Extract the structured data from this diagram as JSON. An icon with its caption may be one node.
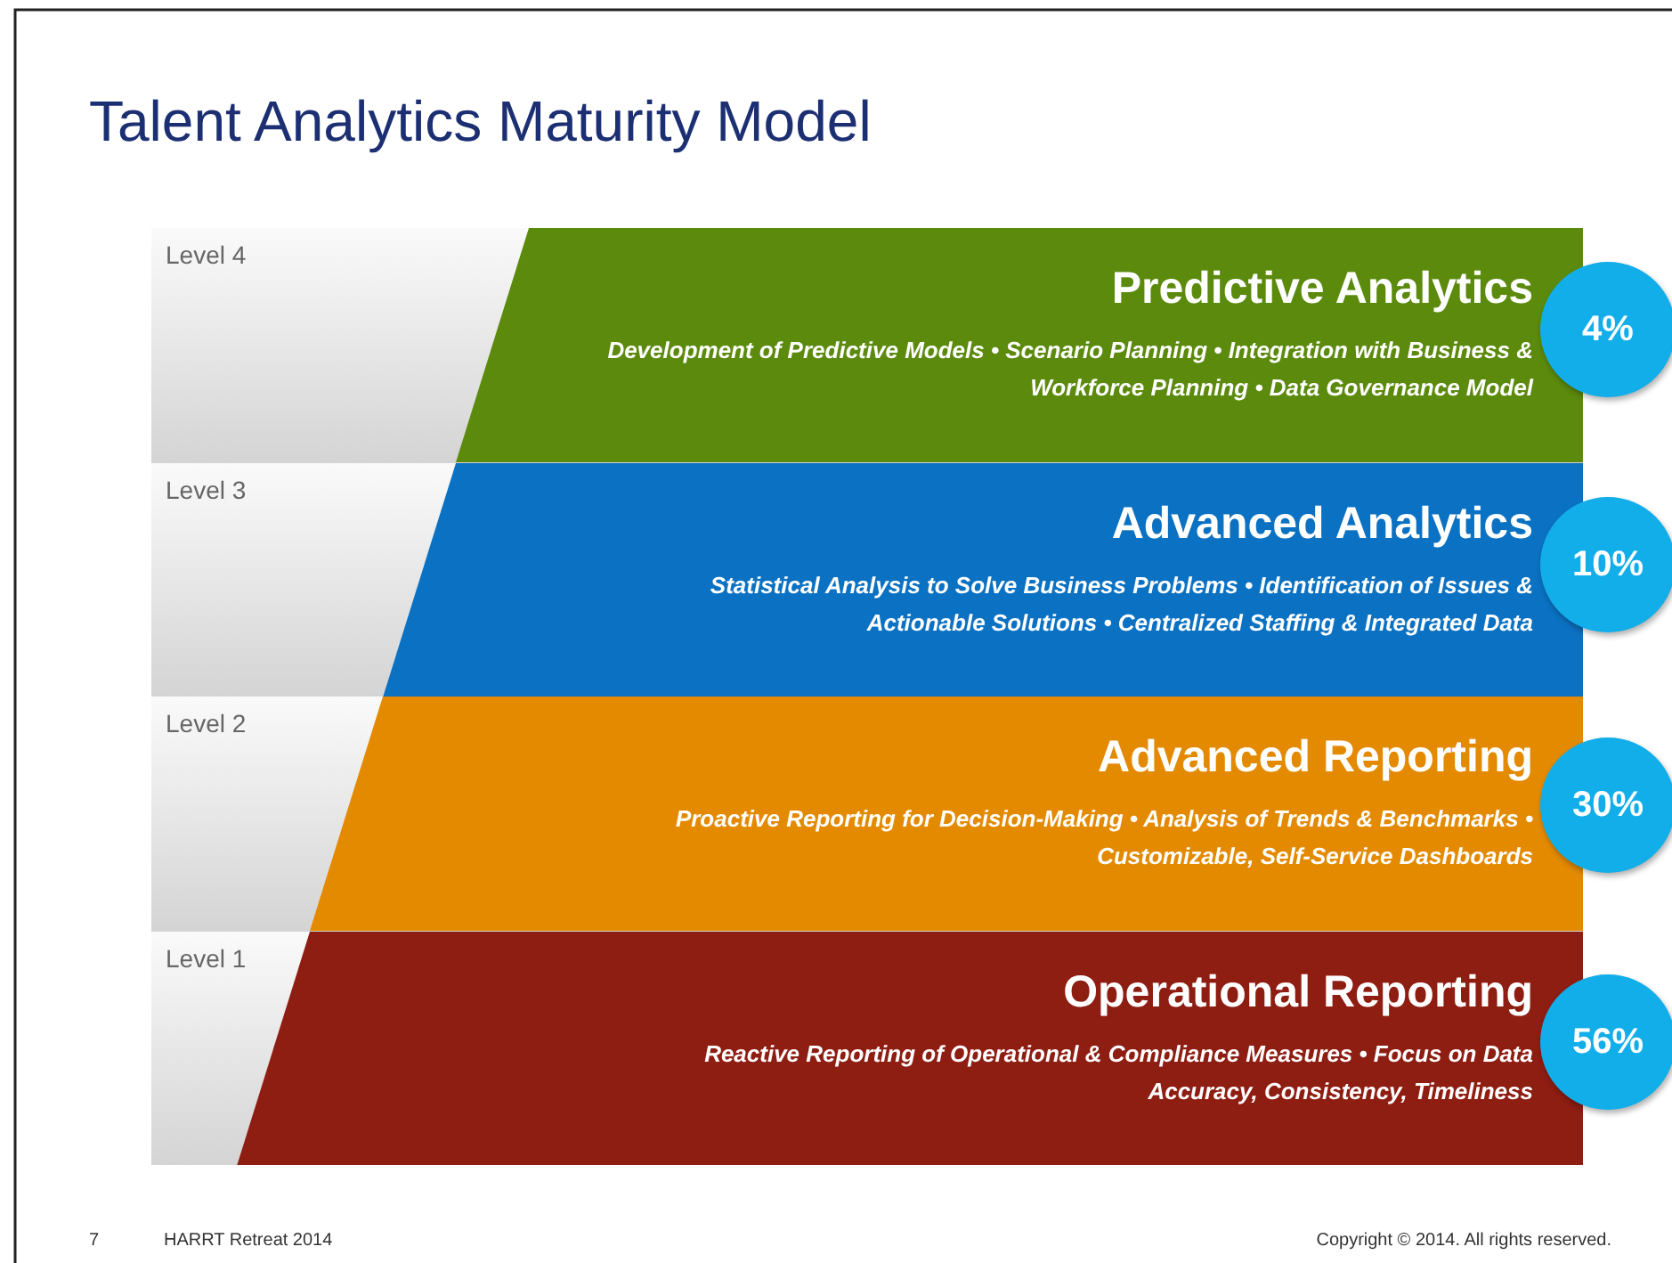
{
  "diagram": {
    "title": "Talent Analytics Maturity Model",
    "nodes": [
      {
        "text": [
          "Predictive Analytics",
          "Development of Predictive Models • Scenario Planning • Integration with Business & Workforce Planning • Data Governance Model"
        ]
      },
      {
        "text": [
          "4%"
        ]
      },
      {
        "text": [
          "Advanced Analytics",
          "Statistical Analysis to Solve Business Problems • Identification of Issues & Actionable Solutions • Centralized Staffing & Integrated Data"
        ]
      },
      {
        "text": [
          "10%"
        ]
      },
      {
        "text": [
          "Advanced Reporting",
          "Proactive Reporting for Decision-Making • Analysis of Trends & Benchmarks • Customizable, Self-Service Dashboards"
        ]
      },
      {
        "text": [
          "30%"
        ]
      },
      {
        "text": [
          "Operational Reporting",
          "Reactive Reporting of Operational & Compliance Measures • Focus on Data Accuracy, Consistency, Timeliness"
        ]
      },
      {
        "text": [
          "56%"
        ]
      }
    ],
    "labels": [
      "Level 4",
      "Level 3",
      "Level 2",
      "Level 1",
      "7",
      "HARRT Retreat 2014",
      "Copyright © 2014. All rights reserved."
    ]
  }
}
